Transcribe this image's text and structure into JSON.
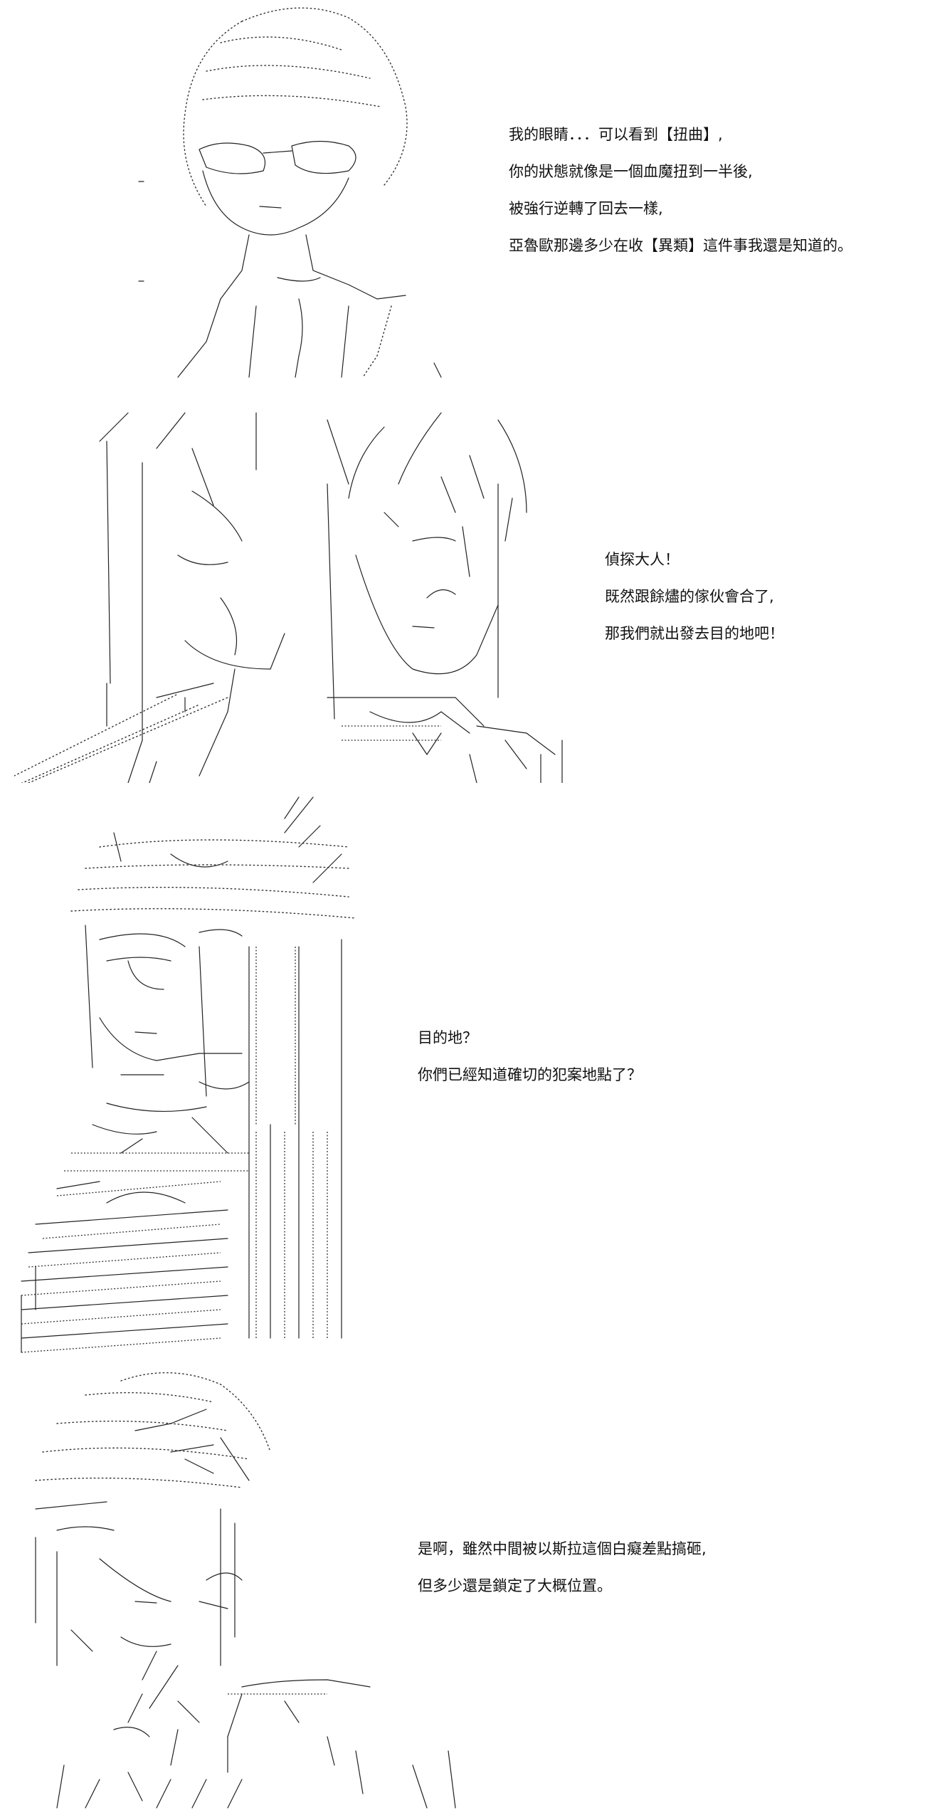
{
  "panels": [
    {
      "art": "ascii-art-character-glasses",
      "lines": [
        "我的眼睛．．．可以看到【扭曲】,",
        "你的狀態就像是一個血魔扭到一半後,",
        "被強行逆轉了回去一樣,",
        "亞魯歐那邊多少在收【異類】這件事我還是知道的。"
      ]
    },
    {
      "art": "ascii-art-two-characters",
      "lines": [
        "偵探大人！",
        "既然跟餘燼的傢伙會合了,",
        "那我們就出發去目的地吧！"
      ]
    },
    {
      "art": "ascii-art-character-fox-ears",
      "lines": [
        "目的地？",
        "你們已經知道確切的犯案地點了？"
      ]
    },
    {
      "art": "ascii-art-character-short-hair",
      "lines": [
        "是啊，雖然中間被以斯拉這個白癡差點搞砸,",
        "但多少還是鎖定了大概位置。"
      ]
    }
  ]
}
